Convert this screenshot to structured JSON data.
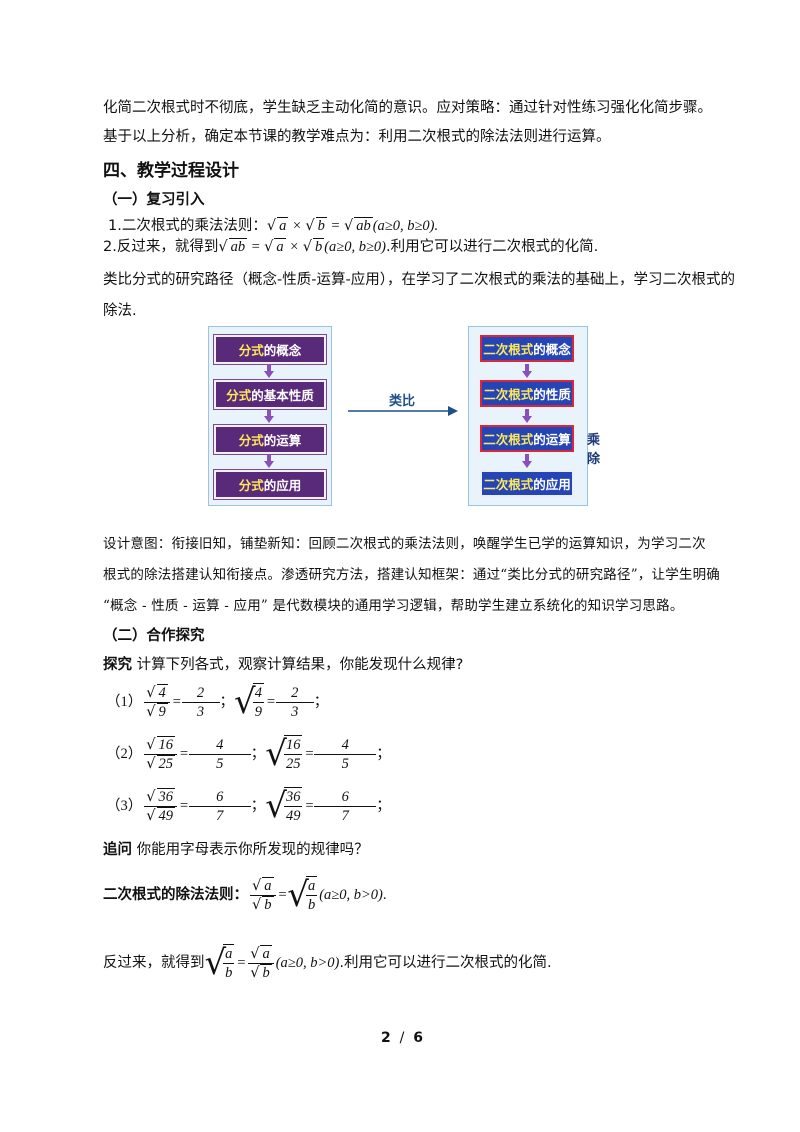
{
  "para1": "化简二次根式时不彻底，学生缺乏主动化简的意识。应对策略：通过针对性练习强化化简步骤。",
  "para2": "基于以上分析，确定本节课的教学难点为：利用二次根式的除法法则进行运算。",
  "section4_title": "四、教学过程设计",
  "sub1_title": "（一）复习引入",
  "review1_prefix": "1.二次根式的乘法法则：",
  "review1_cond": "(a≥0, b≥0).",
  "review2_prefix": "2.反过来，就得到",
  "review2_cond": "(a≥0, b≥0)",
  "review2_suffix": ".利用它可以进行二次根式的化简.",
  "analogy_line1": "类比分式的研究路径（概念-性质-运算-应用），在学习了二次根式的乘法的基础上，学习二次根式的",
  "analogy_line2": "除法.",
  "diagram": {
    "left_boxes": [
      {
        "hl": "分式",
        "rest": "的概念"
      },
      {
        "hl": "分式",
        "rest": "的基本性质"
      },
      {
        "hl": "分式",
        "rest": "的运算"
      },
      {
        "hl": "分式",
        "rest": "的应用"
      }
    ],
    "right_boxes": [
      {
        "hl": "二次根式",
        "rest": "的概念"
      },
      {
        "hl": "二次根式",
        "rest": "的性质"
      },
      {
        "hl": "二次根式",
        "rest": "的运算"
      },
      {
        "hl": "二次根式",
        "rest": "的应用"
      }
    ],
    "arrow_label": "类比",
    "side_label": "乘除",
    "colors": {
      "left_box": "#5a2a7a",
      "right_box": "#2544b6",
      "highlight": "#ffe95a",
      "border_red": "#d8263a",
      "arrow": "#1d4f8a"
    }
  },
  "design_line1": "设计意图：衔接旧知，铺垫新知：回顾二次根式的乘法法则，唤醒学生已学的运算知识，为学习二次",
  "design_line2": "根式的除法搭建认知衔接点。渗透研究方法，搭建认知框架：通过“类比分式的研究路径”，让学生明确",
  "design_line3": "“概念 - 性质 - 运算 - 应用” 是代数模块的通用学习逻辑，帮助学生建立系统化的知识学习思路。",
  "sub2_title": "（二）合作探究",
  "explore_label": "探究",
  "explore_text": "计算下列各式，观察计算结果，你能发现什么规律?",
  "exercises": [
    {
      "label": "（1）",
      "n1": "4",
      "d1": "9",
      "an": "2",
      "ad": "3",
      "n2": "4",
      "d2": "9",
      "bn": "2",
      "bd": "3"
    },
    {
      "label": "（2）",
      "n1": "16",
      "d1": "25",
      "an": "4",
      "ad": "5",
      "n2": "16",
      "d2": "25",
      "bn": "4",
      "bd": "5"
    },
    {
      "label": "（3）",
      "n1": "36",
      "d1": "49",
      "an": "6",
      "ad": "7",
      "n2": "36",
      "d2": "49",
      "bn": "6",
      "bd": "7"
    }
  ],
  "sep": "；",
  "ask_label": "追问",
  "ask_text": "你能用字母表示你所发现的规律吗？",
  "rule_label": "二次根式的除法法则：",
  "rule_cond": "(a≥0, b>0)",
  "rule_end": ".",
  "reverse_prefix": "反过来，就得到",
  "reverse_cond": "(a≥0, b>0)",
  "reverse_suffix": ".利用它可以进行二次根式的化简.",
  "page_current": "2",
  "page_sep": "/",
  "page_total": "6"
}
